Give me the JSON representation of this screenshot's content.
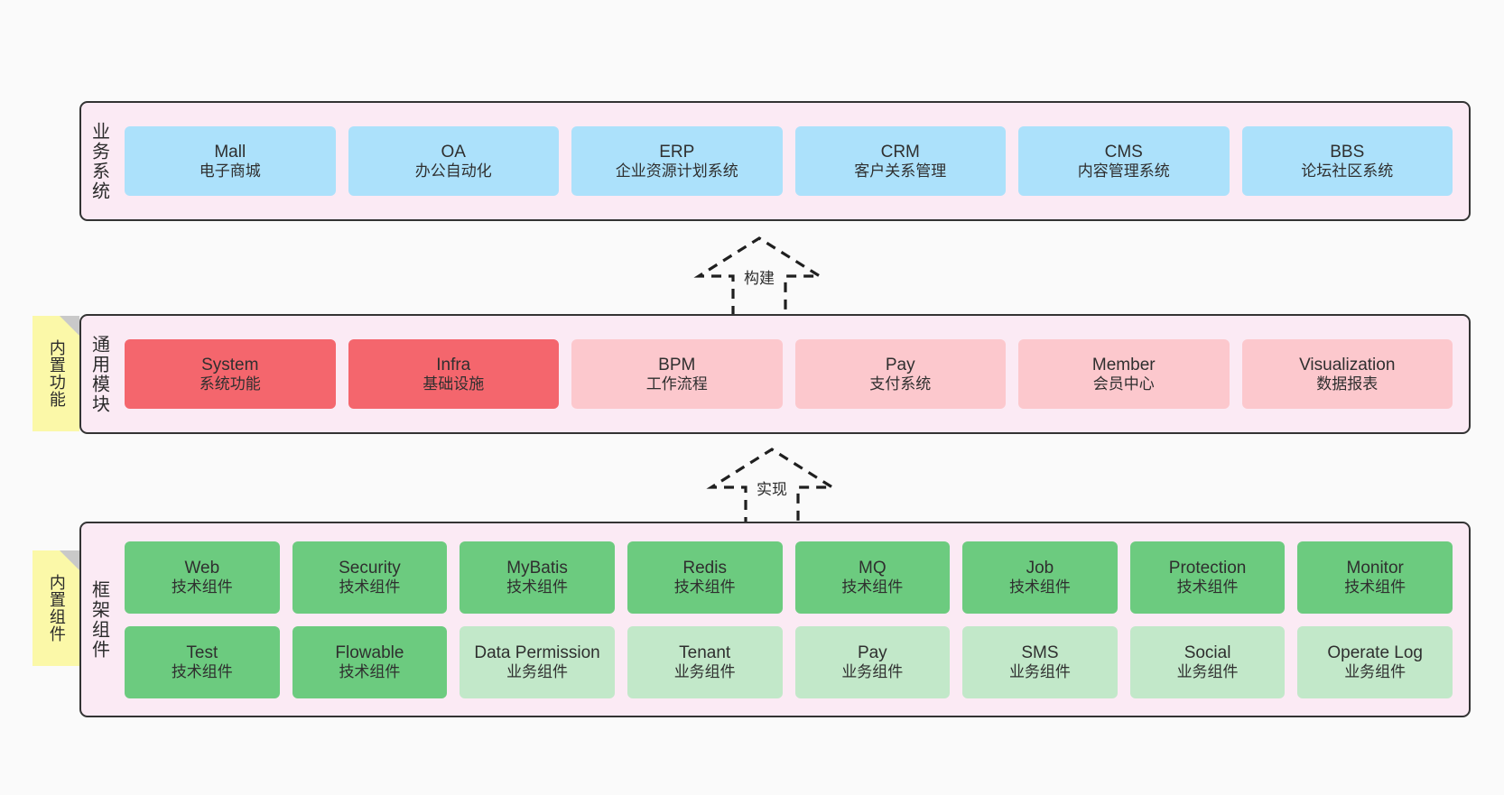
{
  "diagram": {
    "background_color": "#fafafa",
    "layers": [
      {
        "id": "business",
        "title": "业务系统",
        "container_color": "#fbeaf4",
        "rows": [
          {
            "cards": [
              {
                "en": "Mall",
                "cn": "电子商城",
                "color": "#ace1fb",
                "style": "c-blue"
              },
              {
                "en": "OA",
                "cn": "办公自动化",
                "color": "#ace1fb",
                "style": "c-blue"
              },
              {
                "en": "ERP",
                "cn": "企业资源计划系统",
                "color": "#ace1fb",
                "style": "c-blue"
              },
              {
                "en": "CRM",
                "cn": "客户关系管理",
                "color": "#ace1fb",
                "style": "c-blue"
              },
              {
                "en": "CMS",
                "cn": "内容管理系统",
                "color": "#ace1fb",
                "style": "c-blue"
              },
              {
                "en": "BBS",
                "cn": "论坛社区系统",
                "color": "#ace1fb",
                "style": "c-blue"
              }
            ]
          }
        ]
      },
      {
        "id": "common",
        "title": "通用模块",
        "container_color": "#fbeaf4",
        "rows": [
          {
            "cards": [
              {
                "en": "System",
                "cn": "系统功能",
                "color": "#f4666d",
                "style": "c-red"
              },
              {
                "en": "Infra",
                "cn": "基础设施",
                "color": "#f4666d",
                "style": "c-red"
              },
              {
                "en": "BPM",
                "cn": "工作流程",
                "color": "#fcc8cd",
                "style": "c-pink"
              },
              {
                "en": "Pay",
                "cn": "支付系统",
                "color": "#fcc8cd",
                "style": "c-pink"
              },
              {
                "en": "Member",
                "cn": "会员中心",
                "color": "#fcc8cd",
                "style": "c-pink"
              },
              {
                "en": "Visualization",
                "cn": "数据报表",
                "color": "#fcc8cd",
                "style": "c-pink"
              }
            ]
          }
        ]
      },
      {
        "id": "framework",
        "title": "框架组件",
        "container_color": "#fbeaf4",
        "rows": [
          {
            "cards": [
              {
                "en": "Web",
                "cn": "技术组件",
                "color": "#6ccb7f",
                "style": "c-green"
              },
              {
                "en": "Security",
                "cn": "技术组件",
                "color": "#6ccb7f",
                "style": "c-green"
              },
              {
                "en": "MyBatis",
                "cn": "技术组件",
                "color": "#6ccb7f",
                "style": "c-green"
              },
              {
                "en": "Redis",
                "cn": "技术组件",
                "color": "#6ccb7f",
                "style": "c-green"
              },
              {
                "en": "MQ",
                "cn": "技术组件",
                "color": "#6ccb7f",
                "style": "c-green"
              },
              {
                "en": "Job",
                "cn": "技术组件",
                "color": "#6ccb7f",
                "style": "c-green"
              },
              {
                "en": "Protection",
                "cn": "技术组件",
                "color": "#6ccb7f",
                "style": "c-green"
              },
              {
                "en": "Monitor",
                "cn": "技术组件",
                "color": "#6ccb7f",
                "style": "c-green"
              }
            ]
          },
          {
            "cards": [
              {
                "en": "Test",
                "cn": "技术组件",
                "color": "#6ccb7f",
                "style": "c-green"
              },
              {
                "en": "Flowable",
                "cn": "技术组件",
                "color": "#6ccb7f",
                "style": "c-green"
              },
              {
                "en": "Data Permission",
                "cn": "业务组件",
                "color": "#c2e8c9",
                "style": "c-greenlight"
              },
              {
                "en": "Tenant",
                "cn": "业务组件",
                "color": "#c2e8c9",
                "style": "c-greenlight"
              },
              {
                "en": "Pay",
                "cn": "业务组件",
                "color": "#c2e8c9",
                "style": "c-greenlight"
              },
              {
                "en": "SMS",
                "cn": "业务组件",
                "color": "#c2e8c9",
                "style": "c-greenlight"
              },
              {
                "en": "Social",
                "cn": "业务组件",
                "color": "#c2e8c9",
                "style": "c-greenlight"
              },
              {
                "en": "Operate Log",
                "cn": "业务组件",
                "color": "#c2e8c9",
                "style": "c-greenlight"
              }
            ]
          }
        ]
      }
    ],
    "connectors": [
      {
        "id": "build",
        "label": "构建",
        "direction": "up",
        "style": "dashed-hollow-arrow"
      },
      {
        "id": "implement",
        "label": "实现",
        "direction": "up",
        "style": "dashed-hollow-arrow"
      }
    ],
    "sticky_notes": [
      {
        "id": "features",
        "label": "内置功能",
        "color": "#fbf8a8"
      },
      {
        "id": "components",
        "label": "内置组件",
        "color": "#fbf8a8"
      }
    ]
  }
}
